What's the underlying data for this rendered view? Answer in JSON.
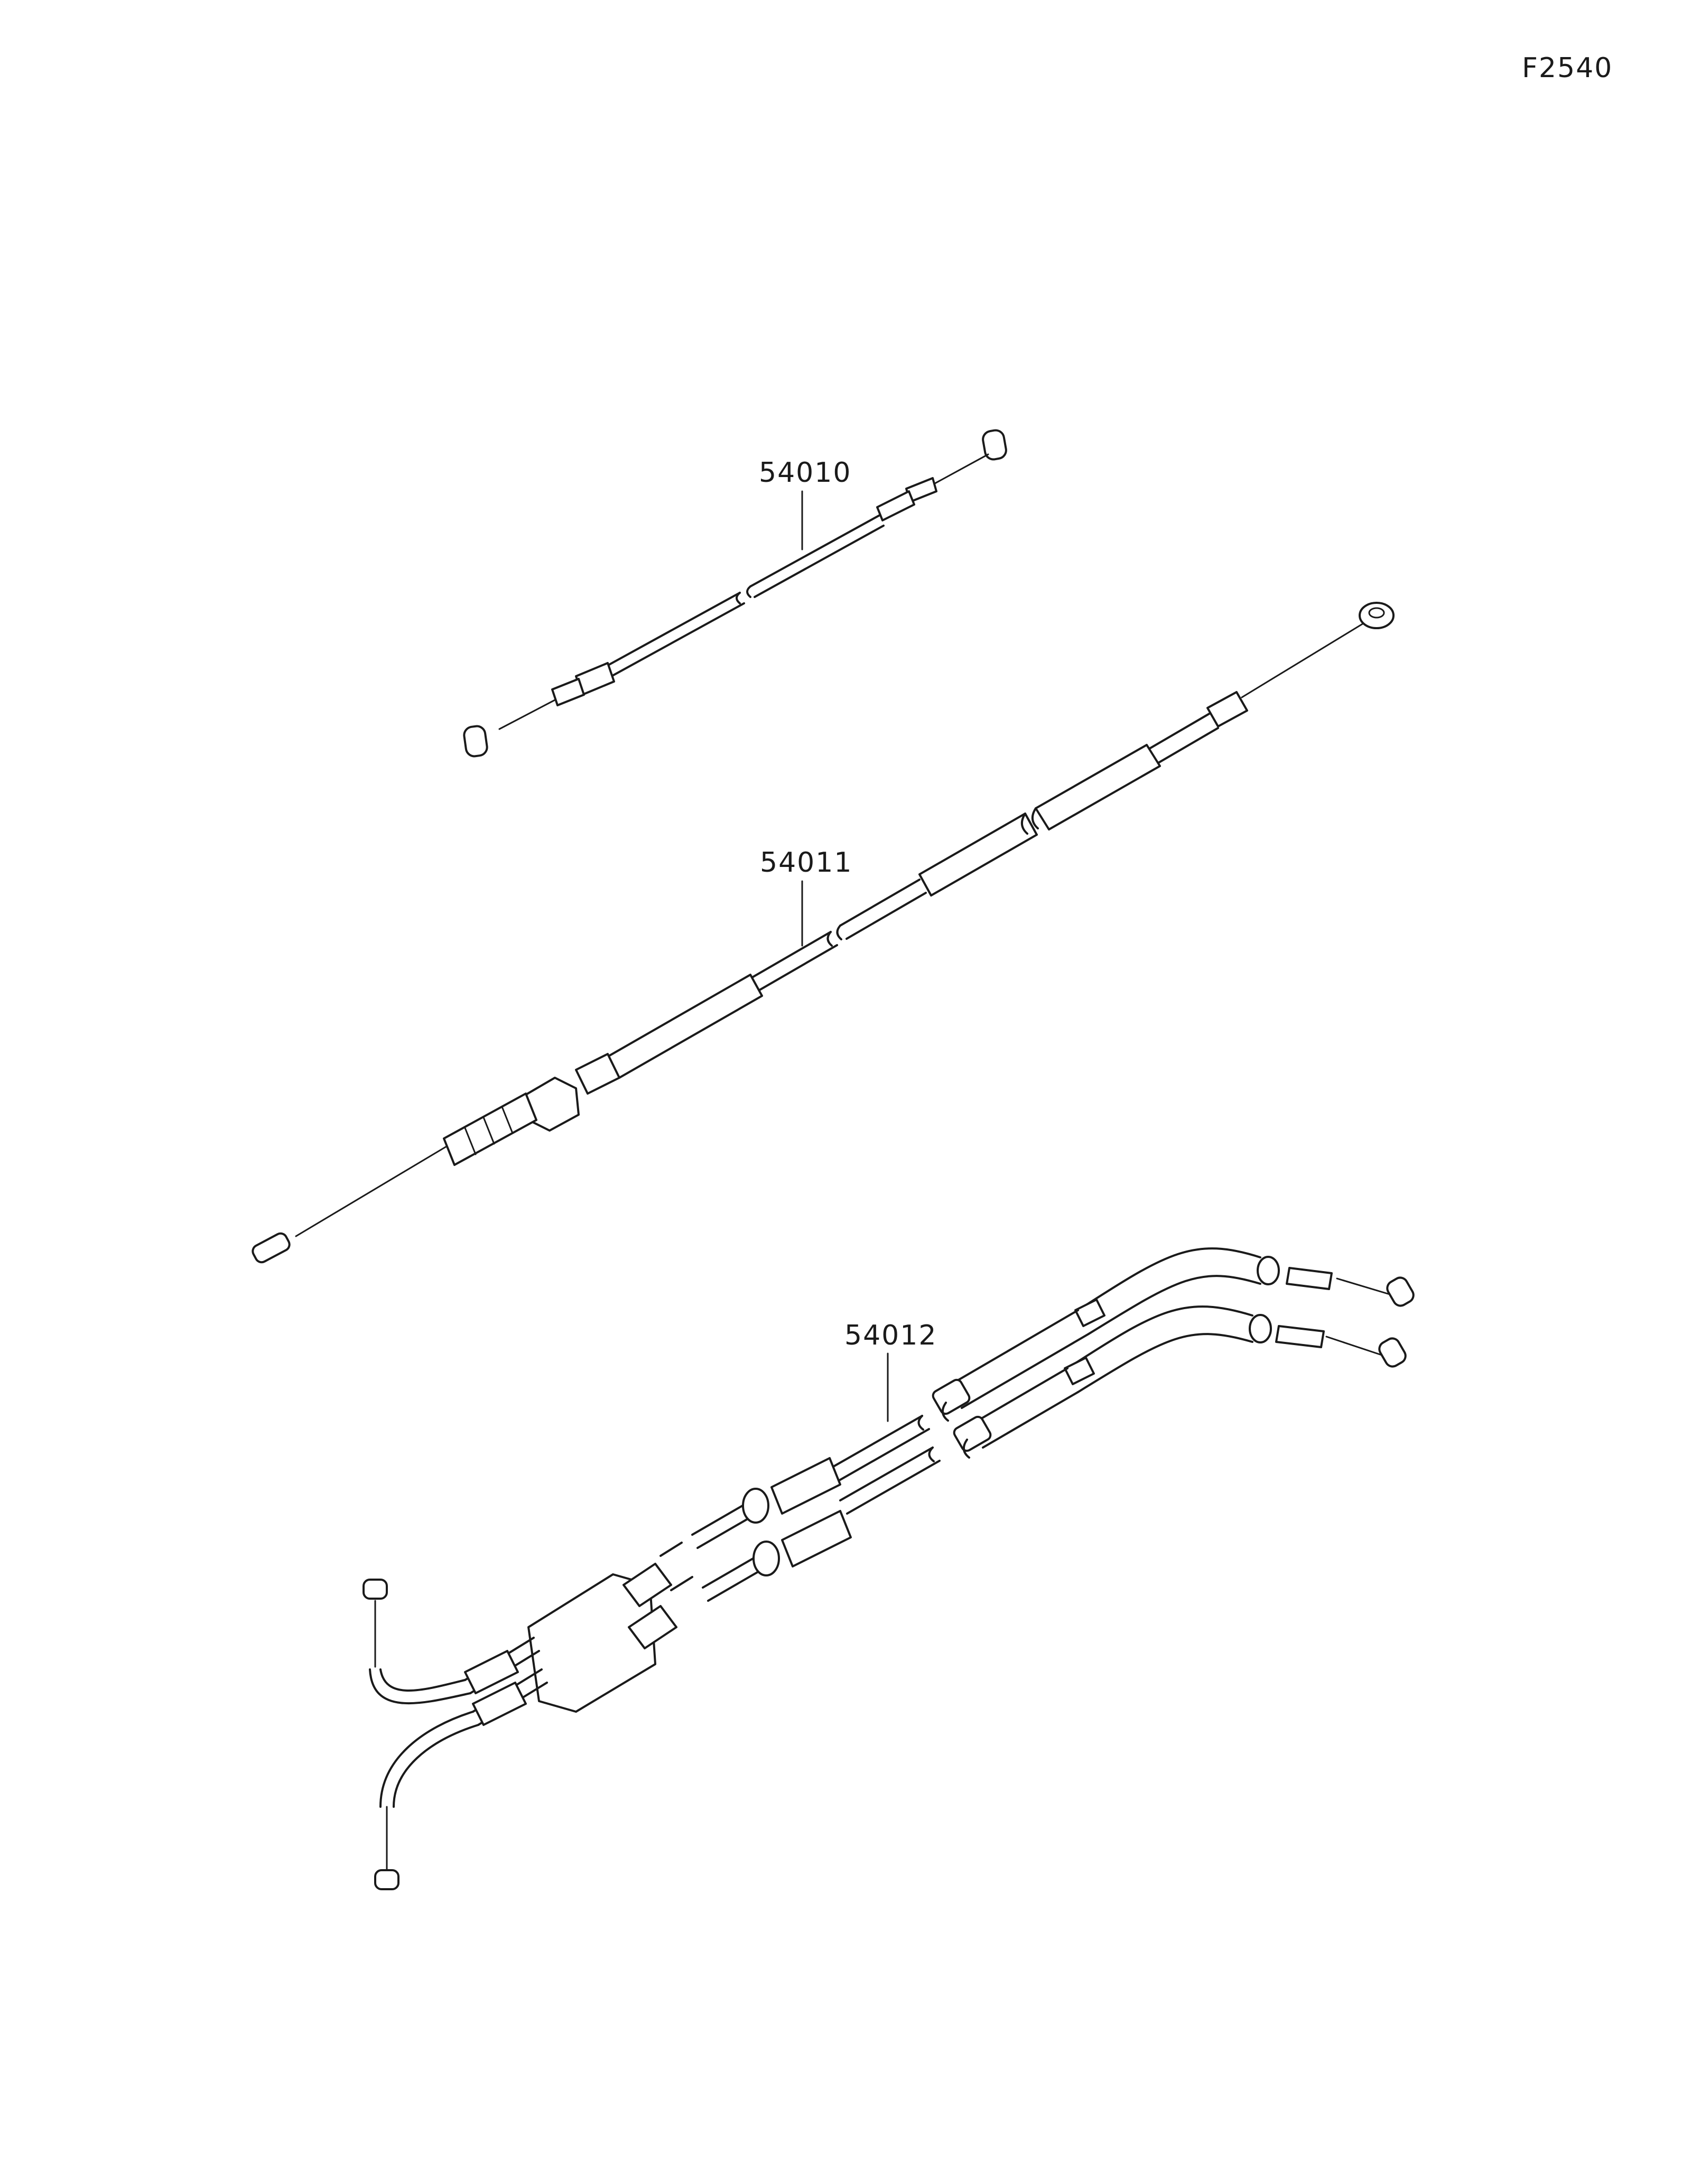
{
  "figure_code": "F2540",
  "parts": [
    {
      "part_number": "54010"
    },
    {
      "part_number": "54011"
    },
    {
      "part_number": "54012"
    }
  ]
}
